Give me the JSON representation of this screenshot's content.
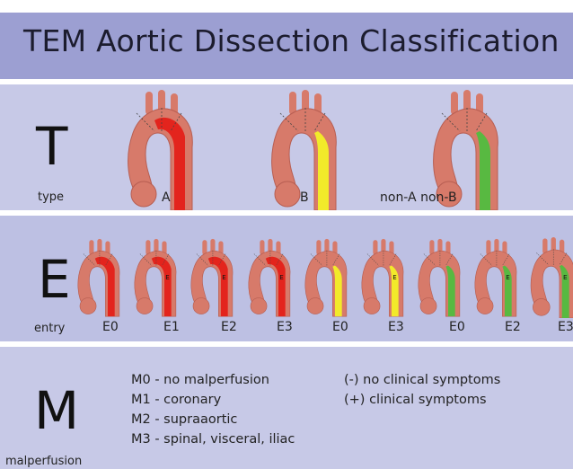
{
  "title": "TEM Aortic Dissection Classification",
  "sections": {
    "type": {
      "letter": "T",
      "label": "type",
      "items": [
        {
          "label": "A",
          "fill": "#e3241d"
        },
        {
          "label": "B",
          "fill": "#f2ea2a"
        },
        {
          "label": "non-A non-B",
          "fill": "#58b941"
        }
      ]
    },
    "entry": {
      "letter": "E",
      "label": "entry",
      "items": [
        {
          "label": "E0",
          "fill": "#e3241d",
          "entry_mark": ""
        },
        {
          "label": "E1",
          "fill": "#e3241d",
          "entry_mark": "E"
        },
        {
          "label": "E2",
          "fill": "#e3241d",
          "entry_mark": "E"
        },
        {
          "label": "E3",
          "fill": "#e3241d",
          "entry_mark": "E"
        },
        {
          "label": "E0",
          "fill": "#f2ea2a",
          "entry_mark": ""
        },
        {
          "label": "E3",
          "fill": "#f2ea2a",
          "entry_mark": "E"
        },
        {
          "label": "E0",
          "fill": "#58b941",
          "entry_mark": ""
        },
        {
          "label": "E2",
          "fill": "#58b941",
          "entry_mark": "E"
        },
        {
          "label": "E3",
          "fill": "#58b941",
          "entry_mark": "E"
        }
      ]
    },
    "malperfusion": {
      "letter": "M",
      "label": "malperfusion",
      "grades": [
        "M0 - no malperfusion",
        "M1 - coronary",
        "M2 - supraaortic",
        "M3 - spinal, visceral, iliac"
      ],
      "symptoms": [
        "(-) no clinical symptoms",
        "(+) clinical symptoms"
      ]
    }
  },
  "colors": {
    "title_bar": "#9c9fd2",
    "band_light": "#c7c9e7",
    "band_mid": "#bdc0e3",
    "aorta_wall": "#d77a6a",
    "red": "#e3241d",
    "yellow": "#f2ea2a",
    "green": "#58b941"
  }
}
